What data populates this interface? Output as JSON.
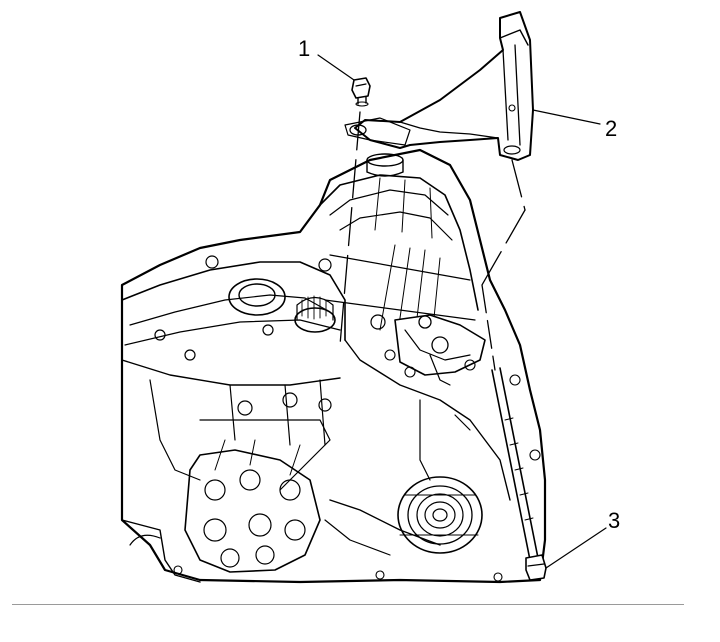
{
  "diagram": {
    "callouts": [
      {
        "id": "1",
        "label": "1"
      },
      {
        "id": "2",
        "label": "2"
      },
      {
        "id": "3",
        "label": "3"
      }
    ],
    "colors": {
      "ink": "#000000",
      "background": "#ffffff",
      "rule": "#9a9a9a"
    }
  }
}
